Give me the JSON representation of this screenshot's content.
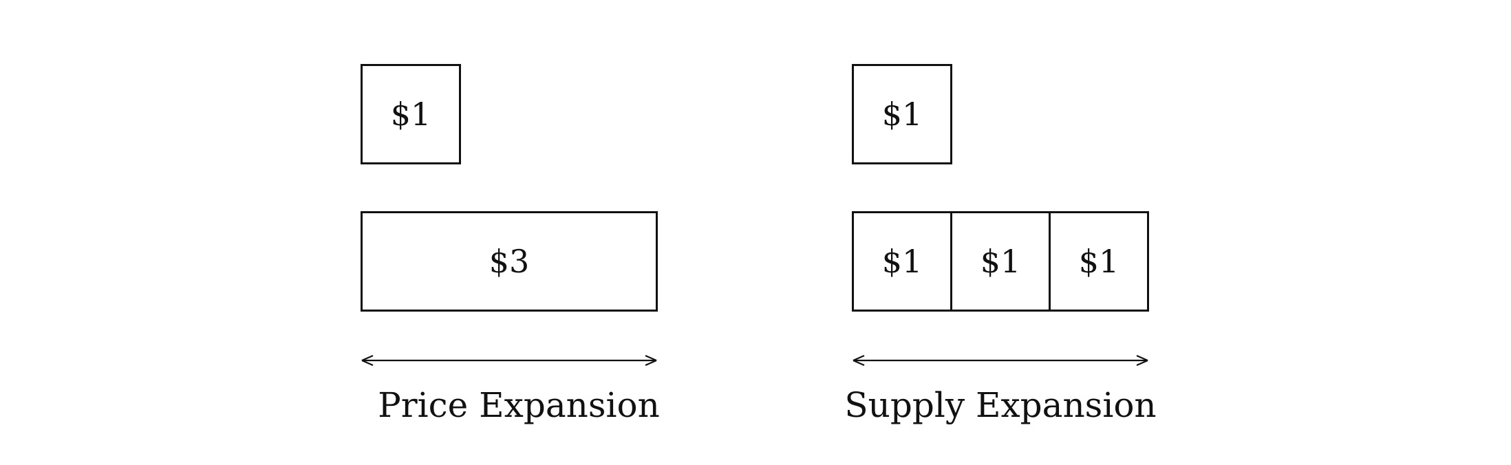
{
  "price_expansion": {
    "top_box_label": "$1",
    "bottom_box_label": "$3",
    "caption": "Price Expansion"
  },
  "supply_expansion": {
    "top_box_label": "$1",
    "bottom_boxes": [
      "$1",
      "$1",
      "$1"
    ],
    "caption": "Supply Expansion"
  }
}
